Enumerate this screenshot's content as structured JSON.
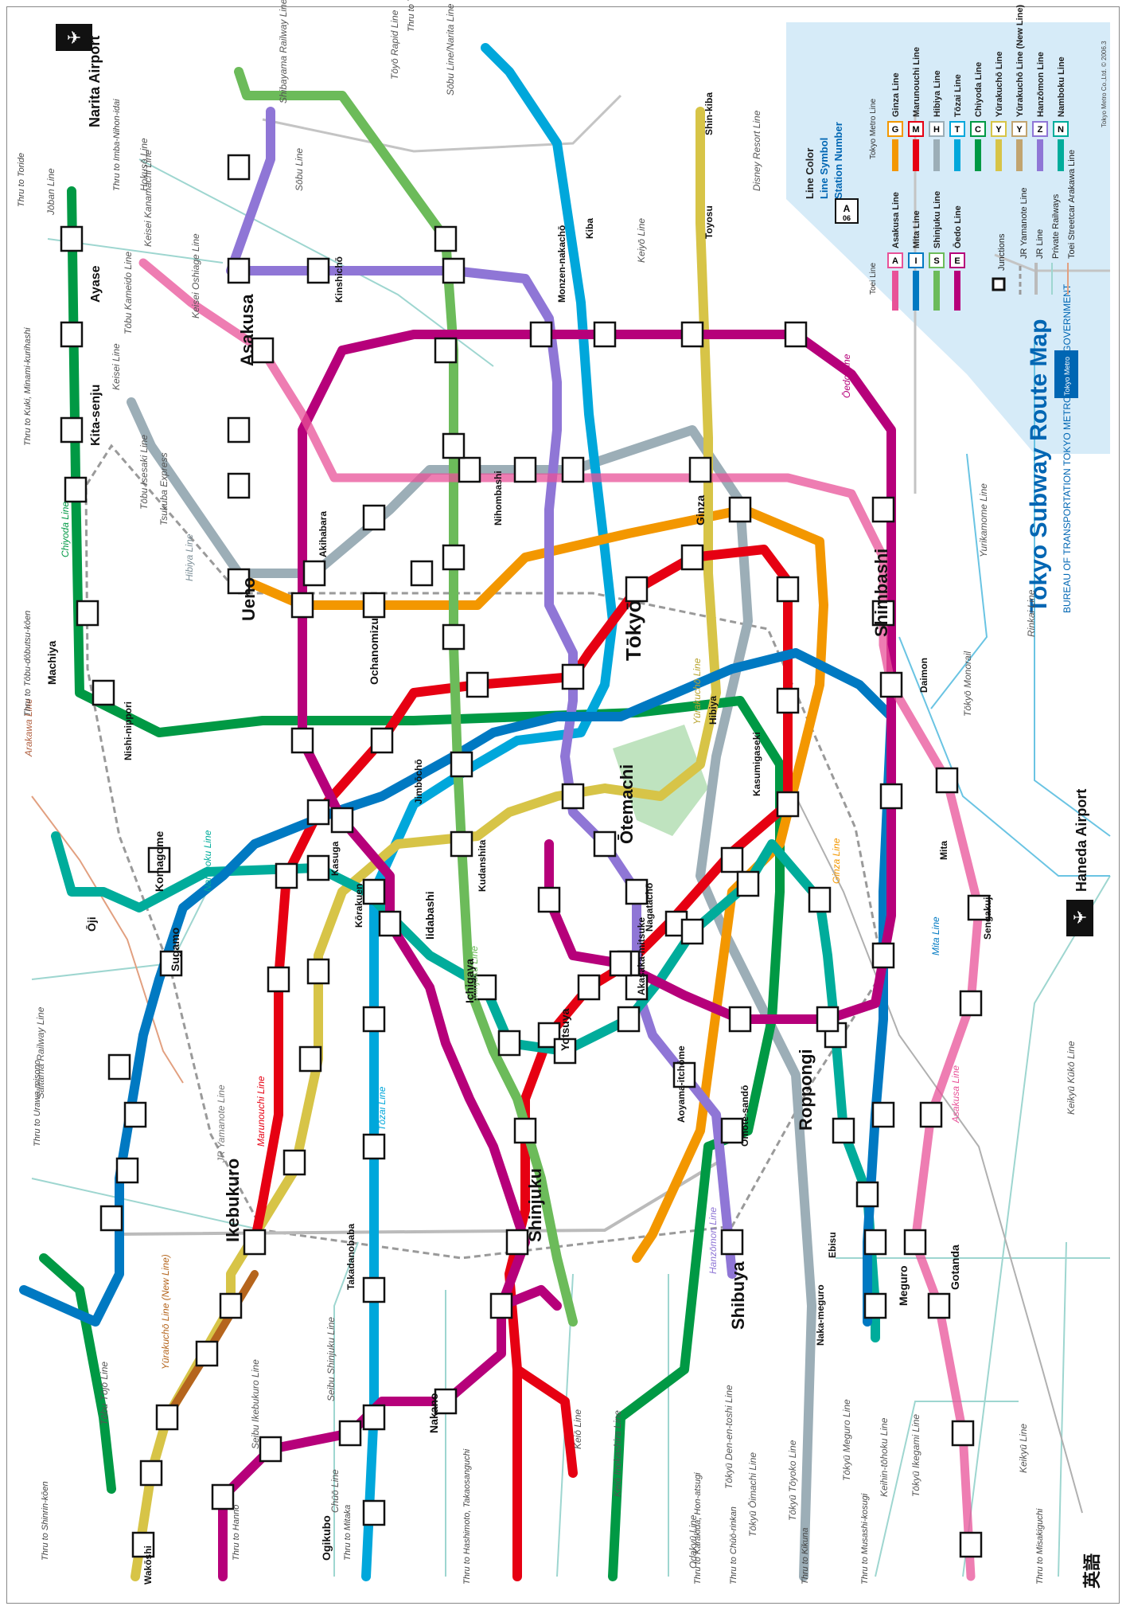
{
  "map": {
    "title": "Tokyo Subway Route Map",
    "publisher": "BUREAU OF TRANSPORTATION TOKYO METROPOLITAN GOVERNMENT",
    "copyright": "Tokyo Metro Co.,Ltd. © 2006.3",
    "tokyo_metro_logo_text": "Tokyo Metro",
    "english_badge": "英語",
    "orientation": "rotated 90° clockwise (text reads bottom-to-top)"
  },
  "legend": {
    "box_color": "#d6ebf8",
    "line_color_label": "Line Color",
    "line_symbol_label": "Line Symbol",
    "station_number_label": "Station Number",
    "example_symbol": "A",
    "example_number": "06",
    "toei_line_label": "Toei Line",
    "tokyo_metro_line_label": "Tokyo Metro Line",
    "junctions_label": "Junctions",
    "jr_yamanote_label": "JR Yamanote Line",
    "jr_line_label": "JR Line",
    "private_label": "Private Railways",
    "streetcar_label": "Toei Streetcar Arakawa Line",
    "toei_lines": [
      {
        "letter": "A",
        "name": "Asakusa Line",
        "color": "#e85298"
      },
      {
        "letter": "I",
        "name": "Mita Line",
        "color": "#0079c2"
      },
      {
        "letter": "S",
        "name": "Shinjuku Line",
        "color": "#6cbb5a"
      },
      {
        "letter": "E",
        "name": "Ōedo Line",
        "color": "#b6007a"
      }
    ],
    "metro_lines": [
      {
        "letter": "G",
        "name": "Ginza Line",
        "color": "#f39700"
      },
      {
        "letter": "M",
        "name": "Marunouchi Line",
        "color": "#e60012"
      },
      {
        "letter": "H",
        "name": "Hibiya Line",
        "color": "#9caeb7"
      },
      {
        "letter": "T",
        "name": "Tōzai Line",
        "color": "#00a7db"
      },
      {
        "letter": "C",
        "name": "Chiyoda Line",
        "color": "#009944"
      },
      {
        "letter": "Y",
        "name": "Yūrakuchō Line",
        "color": "#d7c447"
      },
      {
        "letter": "Y",
        "name": "Yūrakuchō Line (New Line)",
        "color": "#c1a470"
      },
      {
        "letter": "Z",
        "name": "Hanzōmon Line",
        "color": "#8f76d6"
      },
      {
        "letter": "N",
        "name": "Namboku Line",
        "color": "#00ac9b"
      }
    ]
  },
  "line_labels": {
    "jr_yamanote": "JR Yamanote Line",
    "chiyoda": "Chiyoda Line",
    "hibiya": "Hibiya Line",
    "tozai": "Tōzai Line",
    "ginza": "Ginza Line",
    "oedo": "Ōedo Line",
    "namboku": "Namboku Line",
    "mita": "Mita Line",
    "yurakucho": "Yūrakuchō Line",
    "hanzomon": "Hanzōmon Line",
    "marunouchi": "Marunouchi Line",
    "shinjuku": "Shinjuku Line",
    "asakusa": "Asakusa Line",
    "yurakucho_new": "Yūrakuchō Line (New Line)",
    "rinkai": "Rinkai Line",
    "yurikamome": "Yurikamome Line",
    "tokyo_monorail": "Tōkyō Monorail",
    "keikyu": "Keikyū Line",
    "keikyu_kuko": "Keikyū Kūkō Line",
    "tokyu_meguro": "Tōkyū Meguro Line",
    "tokyu_ikegami": "Tōkyū Ikegami Line",
    "tokyu_toyoko": "Tōkyū Tōyoko Line",
    "tokyu_oimachi": "Tōkyū Ōimachi Line",
    "tokyu_dentoshi": "Tōkyū Den-en-toshi Line",
    "odakyu": "Odakyū Line",
    "keio_inokashira": "Keiō Inokashira Line",
    "keio": "Keiō Line",
    "seibu_shinjuku": "Seibu Shinjuku Line",
    "seibu_ikebukuro": "Seibu Ikebukuro Line",
    "tobu_tojo": "Tōbu Tōjō Line",
    "saitama": "Saitama Railway Line",
    "arakawa": "Arakawa Line",
    "keisei": "Keisei Line",
    "keisei_oshiage": "Keisei Oshiage Line",
    "tsukuba": "Tsukuba Express",
    "tobu_isesaki": "Tōbu Isesaki Line",
    "tobu_kameido": "Tōbu Kameido Line",
    "keisei_kanamachi": "Keisei Kanamachi Line",
    "hokuso": "Hokusō Line",
    "joban": "Jōban Line",
    "sobu": "Sōbu Line",
    "keiyo": "Keiyō Line",
    "disney": "Disney Resort Line",
    "toyo_rapid": "Tōyō Rapid Line",
    "shibayama": "Shibayama Railway Line",
    "sobu_narita": "Sōbu Line/Narita Line",
    "keihin_tohoku": "Keihin-tōhoku Line",
    "chuo": "Chūō Line"
  },
  "through_labels": [
    "Thru to Toride",
    "Thru to Imba-Nihon-idai",
    "Thru to Kuki, Minami-kurihashi",
    "Thru to Tōbu-dōbutsu-kōen",
    "Thru to Urawa-misono",
    "Thru to Shinrin-kōen",
    "Thru to Hannō",
    "Thru to Mitaka",
    "Thru to Hashimoto, Takaosanguchi",
    "Thru to Karakida, Hon-atsugi",
    "Thru to Chūō-rinkan",
    "Thru to Kikuna",
    "Thru to Musashi-kosugi",
    "Thru to Misakiguchi",
    "Thru to Tōyō-katsutadai"
  ],
  "stations": {
    "ikebukuro": "Ikebukuro",
    "shinjuku": "Shinjuku",
    "shibuya": "Shibuya",
    "roppongi": "Roppongi",
    "shimbashi": "Shimbashi",
    "tokyo": "Tōkyō",
    "otemachi": "Ōtemachi",
    "ueno": "Ueno",
    "asakusa": "Asakusa",
    "ayase": "Ayase",
    "kita_senju": "Kita-senju",
    "machiya": "Machiya",
    "nishi_nippori": "Nishi-nippori",
    "komagome": "Komagome",
    "oji": "Ōji",
    "sugamo": "Sugamo",
    "kasuga": "Kasuga",
    "korakuen": "Kōrakuen",
    "iidabashi": "Iidabashi",
    "ichigaya": "Ichigaya",
    "yotsuya": "Yotsuya",
    "nagatacho": "Nagatachō",
    "kudanshita": "Kudanshita",
    "jimbocho": "Jimbōchō",
    "ochanomizu": "Ochanomizu",
    "akihabara": "Akihabara",
    "nihombashi": "Nihombashi",
    "ginza": "Ginza",
    "hibiya": "Hibiya",
    "kasumigaseki": "Kasumigaseki",
    "akasaka_mitsuke": "Akasaka-mitsuke",
    "aoyama_itchome": "Aoyama-itchōme",
    "omote_sando": "Omote-sandō",
    "meguro": "Meguro",
    "gotanda": "Gotanda",
    "ebisu": "Ebisu",
    "naka_meguro": "Naka-meguro",
    "nakano": "Nakano",
    "ogikubo": "Ogikubo",
    "wakoshi": "Wakōshi",
    "takadanobaba": "Takadanobaba",
    "kinshicho": "Kinshichō",
    "monzen_nakacho": "Monzen-nakachō",
    "kiba": "Kiba",
    "toyosu": "Toyosu",
    "shin_kiba": "Shin-kiba",
    "daimon": "Daimon",
    "mita": "Mita",
    "sengakuji": "Sengakuji",
    "haneda": "Haneda Airport",
    "narita": "Narita Airport"
  }
}
